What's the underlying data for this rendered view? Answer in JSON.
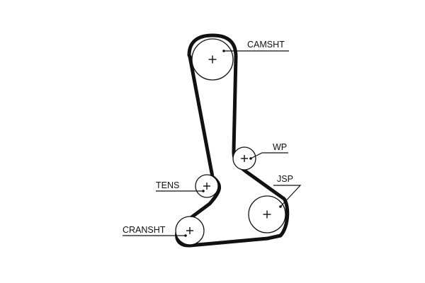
{
  "labels": {
    "camshaft": "CAMSHT",
    "water_pump": "WP",
    "tensioner": "TENS",
    "jsp": "JSP",
    "crankshaft": "CRANSHT"
  },
  "colors": {
    "belt": "#111111",
    "background": "#ffffff"
  }
}
